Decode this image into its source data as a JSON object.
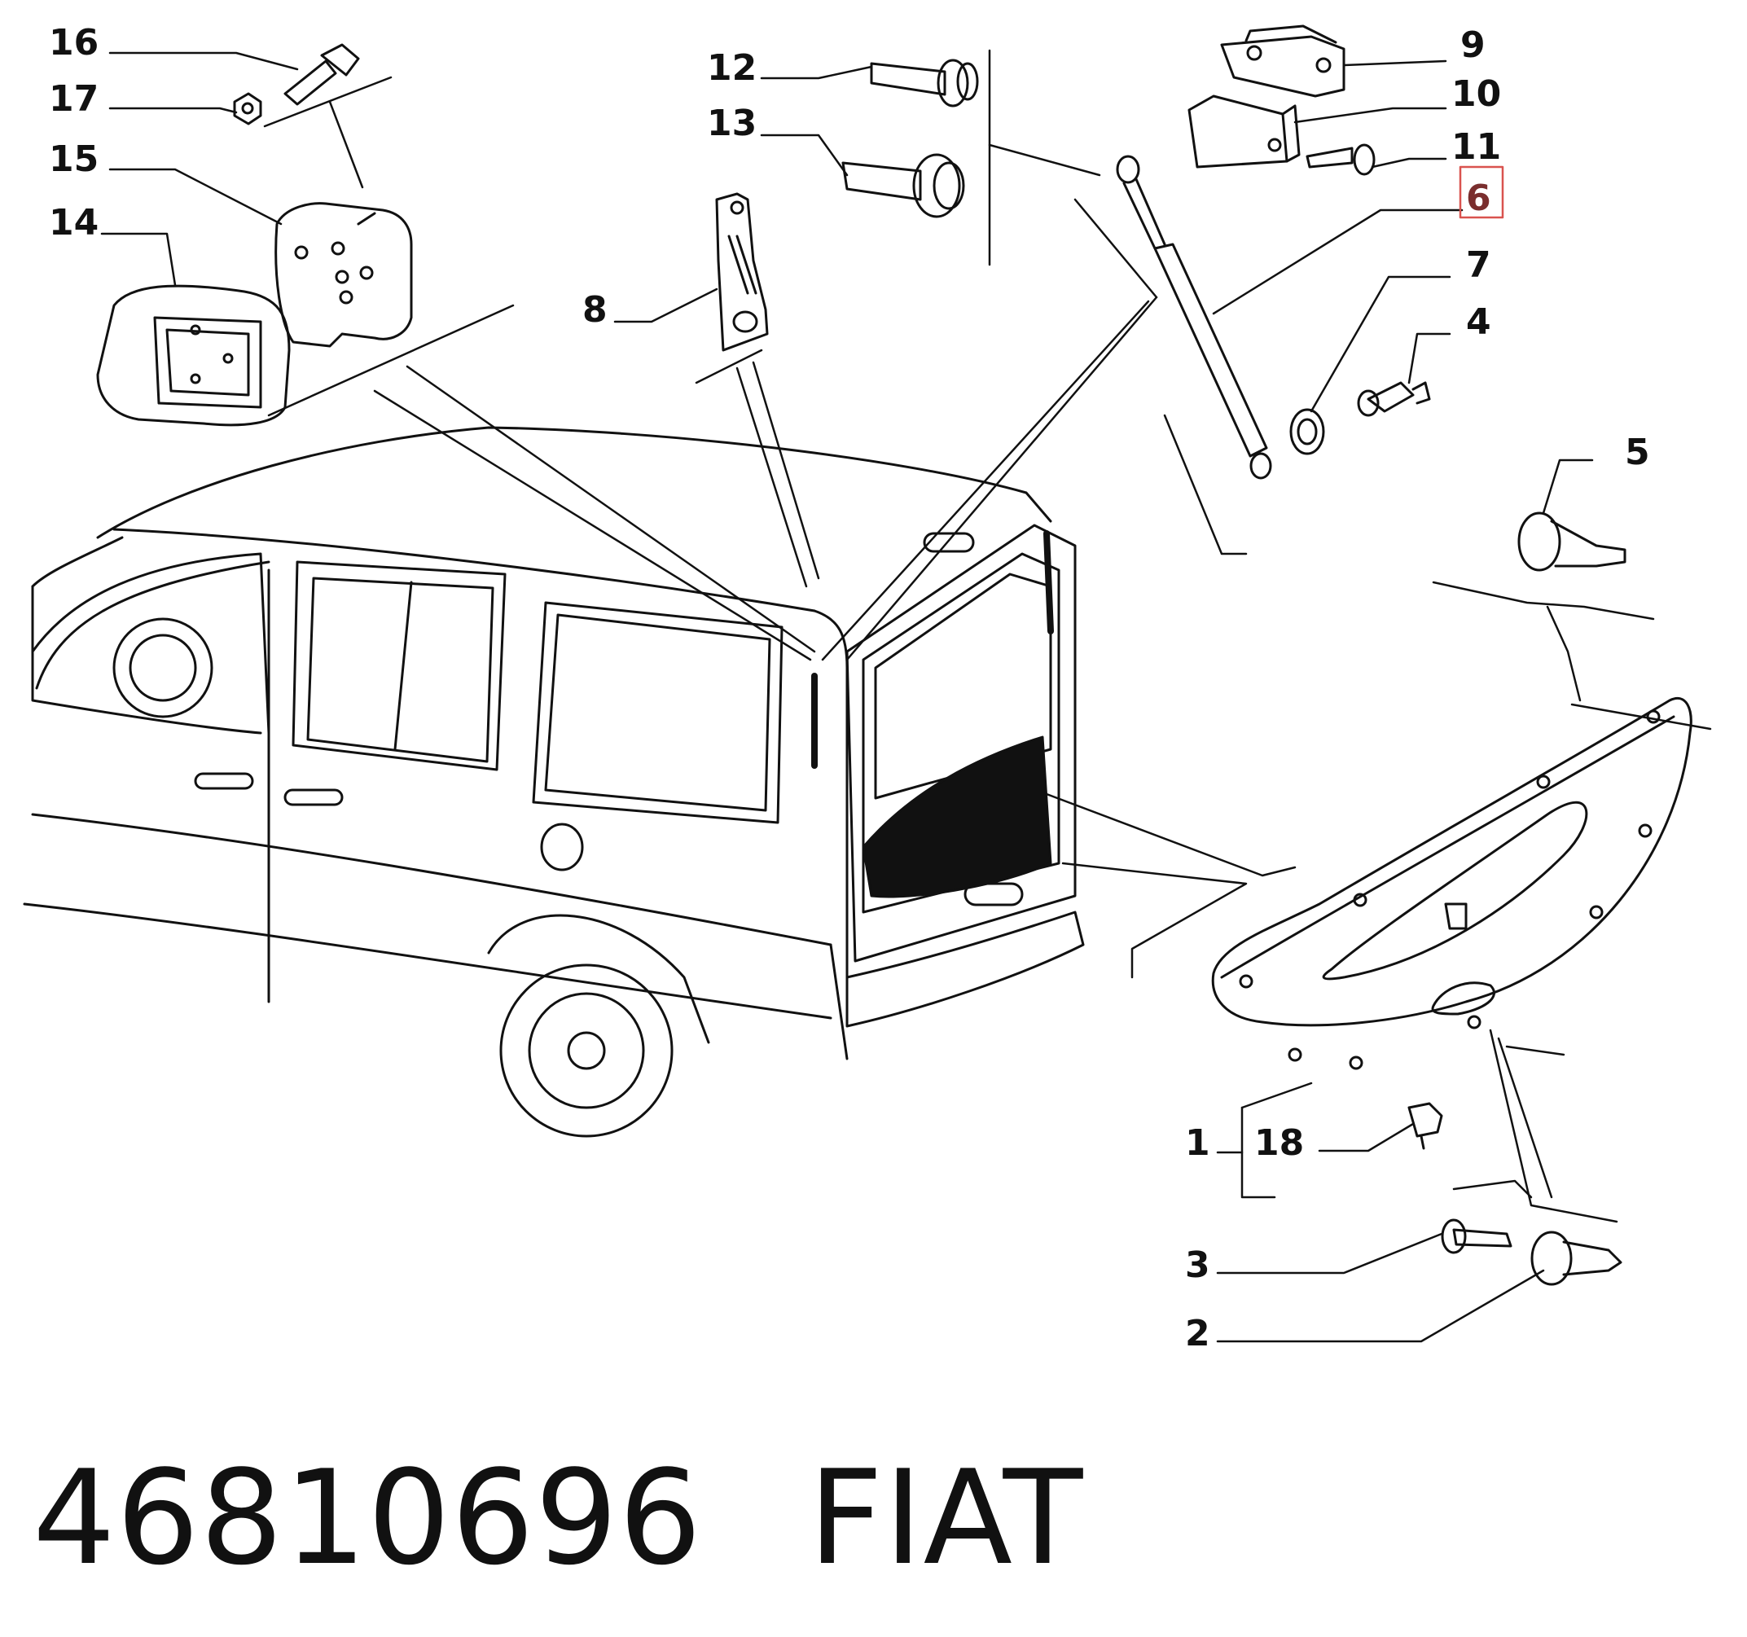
{
  "callouts": [
    "16",
    "17",
    "15",
    "14",
    "12",
    "13",
    "8",
    "9",
    "10",
    "11",
    "6",
    "7",
    "4",
    "5",
    "1",
    "18",
    "3",
    "2"
  ],
  "highlighted": "6",
  "highlight_color": "#d9534f",
  "caption": {
    "part_number": "46810696",
    "brand": "FIAT"
  }
}
